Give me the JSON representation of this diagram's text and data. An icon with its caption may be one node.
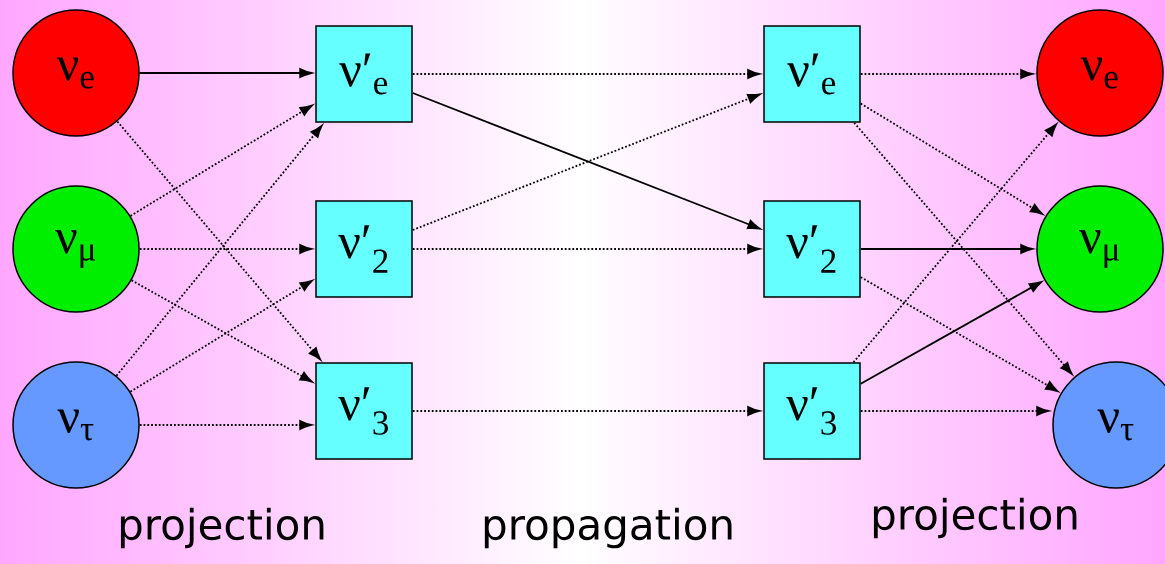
{
  "diagram": {
    "nodes": [
      {
        "text": [
          "ν$_{e}$"
        ]
      },
      {
        "text": [
          "ν$_{μ}$"
        ]
      },
      {
        "text": [
          "ν$_{τ}$"
        ]
      },
      {
        "text": [
          "ν′$_{e}$"
        ]
      },
      {
        "text": [
          "ν′$_{2}$"
        ]
      },
      {
        "text": [
          "ν′$_{3}$"
        ]
      },
      {
        "text": [
          "ν′$_{e}$"
        ]
      },
      {
        "text": [
          "ν′$_{2}$"
        ]
      },
      {
        "text": [
          "ν′$_{3}$"
        ]
      },
      {
        "text": [
          "ν$_{e}$"
        ]
      },
      {
        "text": [
          "ν$_{μ}$"
        ]
      },
      {
        "text": [
          "ν$_{τ}$"
        ]
      }
    ],
    "edges": [
      {
        "from": 0,
        "to": 3,
        "arrow": "to"
      },
      {
        "from": 0,
        "to": 5,
        "arrow": "to",
        "style": "dashed"
      },
      {
        "from": 1,
        "to": 3,
        "arrow": "to",
        "style": "dashed"
      },
      {
        "from": 1,
        "to": 4,
        "arrow": "to",
        "style": "dashed"
      },
      {
        "from": 1,
        "to": 5,
        "arrow": "to",
        "style": "dashed"
      },
      {
        "from": 2,
        "to": 3,
        "arrow": "to",
        "style": "dashed"
      },
      {
        "from": 2,
        "to": 4,
        "arrow": "to",
        "style": "dashed"
      },
      {
        "from": 2,
        "to": 5,
        "arrow": "to",
        "style": "dashed"
      },
      {
        "from": 3,
        "to": 6,
        "arrow": "to",
        "style": "dashed"
      },
      {
        "from": 3,
        "to": 7,
        "arrow": "to"
      },
      {
        "from": 4,
        "to": 6,
        "arrow": "to",
        "style": "dashed"
      },
      {
        "from": 4,
        "to": 7,
        "arrow": "to",
        "style": "dashed"
      },
      {
        "from": 5,
        "to": 8,
        "arrow": "to",
        "style": "dashed"
      },
      {
        "from": 6,
        "to": 9,
        "arrow": "to",
        "style": "dashed"
      },
      {
        "from": 6,
        "to": 10,
        "arrow": "to",
        "style": "dashed"
      },
      {
        "from": 6,
        "to": 11,
        "arrow": "to",
        "style": "dashed"
      },
      {
        "from": 7,
        "to": 10,
        "arrow": "to"
      },
      {
        "from": 7,
        "to": 11,
        "arrow": "to",
        "style": "dashed"
      },
      {
        "from": 8,
        "to": 9,
        "arrow": "to",
        "style": "dashed"
      },
      {
        "from": 8,
        "to": 10,
        "arrow": "to"
      },
      {
        "from": 8,
        "to": 11,
        "arrow": "to",
        "style": "dashed"
      }
    ],
    "labels": [
      "projection",
      "propagation",
      "projection"
    ]
  }
}
